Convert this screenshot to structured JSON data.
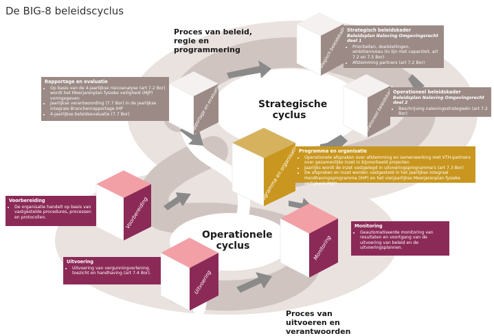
{
  "page": {
    "title": "De BIG-8 beleidscyclus"
  },
  "labels": {
    "proces_beleid": "Proces van beleid, regie en programmering",
    "proces_uitvoeren": "Proces van uitvoeren en verantwoorden",
    "strategische_cyclus": "Strategische cyclus",
    "operationele_cyclus": "Operationele cyclus"
  },
  "cubes": {
    "strategisch": "Strategisch beleidskader",
    "operationeel": "Operationeel beleidskader",
    "programma": "Programma en organisatie",
    "rapportage": "Rapportage en evaluatie",
    "voorbereiding": "Voorbereiding",
    "uitvoering": "Uitvoering",
    "monitoring": "Monitoring"
  },
  "boxes": {
    "strategisch": {
      "title": "Strategisch beleidskader",
      "subtitle": "Beleidsplan Naleving Omgevingsrecht deel 1",
      "items": [
        "Prioriteiten, doelstellingen, ambitieniveau (in lijn met capaciteit, art 7.2 en 7.5 Bor)",
        "Afstemming partners (art 7.2 Bor)"
      ]
    },
    "operationeel": {
      "title": "Operationeel beleidskader",
      "subtitle": "Beleidsplan Naleving Omgevingsrecht deel 2",
      "items": [
        "Beschrijving nalevingsstrategieën (art 7.2 Bor)"
      ]
    },
    "rapportage": {
      "title": "Rapportage en evaluatie",
      "items": [
        "Op basis van de 4-jaarlijkse risicoanalyse (art 7.2 Bor) wordt het Meerjarenplan fysieke veiligheid (MJP) vormgegeven",
        "Jaarlijkse verantwoording (7.7 Bor) in de jaarlijkse integrale Branchenrapportage IHP",
        "4-jaarlijkse beleidsevaluatie (7.7 Bor)"
      ]
    },
    "programma": {
      "title": "Programma en organisatie",
      "items": [
        "Operationele afspraken over afstemming en samenwerking met VTH-partners over gezamenlijke inzet in bijvoorbeeld projecten",
        "Jaarlijks wordt de inzet vastgelegd in uitvoeringsprogramma's (art 7.3 Bor)",
        "De afspraken en inzet worden vastgesteld in het jaarlijkse integraal Handhavingsprogramma (IHP) en het vierjaarlijkse Meerjarenplan fysieke veiligheid (MJP)"
      ]
    },
    "voorbereiding": {
      "title": "Voorbereiding",
      "items": [
        "De organisatie handelt op basis van vastgestelde procedures, processen en protocollen."
      ]
    },
    "uitvoering": {
      "title": "Uitvoering",
      "items": [
        "Uitvoering van vergunningverlening, toezicht en handhaving (art 7.4 Bor)."
      ]
    },
    "monitoring": {
      "title": "Monitoring",
      "items": [
        "Geautomatiseerde monitoring van resultaten en voortgang van de uitvoering van beleid en de uitvoeringsplannen."
      ]
    }
  },
  "colors": {
    "taupe": "#9b8a85",
    "gold": "#c9971f",
    "plum": "#8c2a57",
    "pink": "#f2a0a6",
    "path": "#d8ccc8",
    "arrow": "#8a8a8a"
  }
}
